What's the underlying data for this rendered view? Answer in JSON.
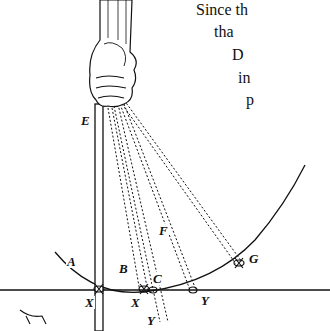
{
  "diagram": {
    "labels": [
      "Since th",
      "tha",
      "D",
      "in",
      "p",
      "E",
      "A",
      "B",
      "F",
      "C",
      "G",
      "X",
      "X",
      "Y",
      "Y"
    ]
  }
}
